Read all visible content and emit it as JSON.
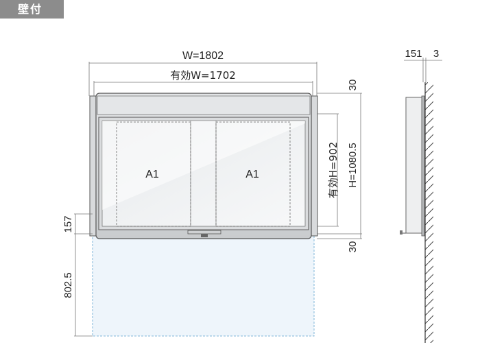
{
  "header_tag": "壁付",
  "dimensions": {
    "overall_width": "W=1802",
    "effective_width": "有効W=1702",
    "top_margin": "30",
    "bottom_margin": "30",
    "effective_height": "有効H=902",
    "overall_height": "H=1080.5",
    "left_upper": "157",
    "left_lower": "802.5",
    "side_depth": "151",
    "side_gap": "3"
  },
  "panels": [
    "A1",
    "A1"
  ]
}
